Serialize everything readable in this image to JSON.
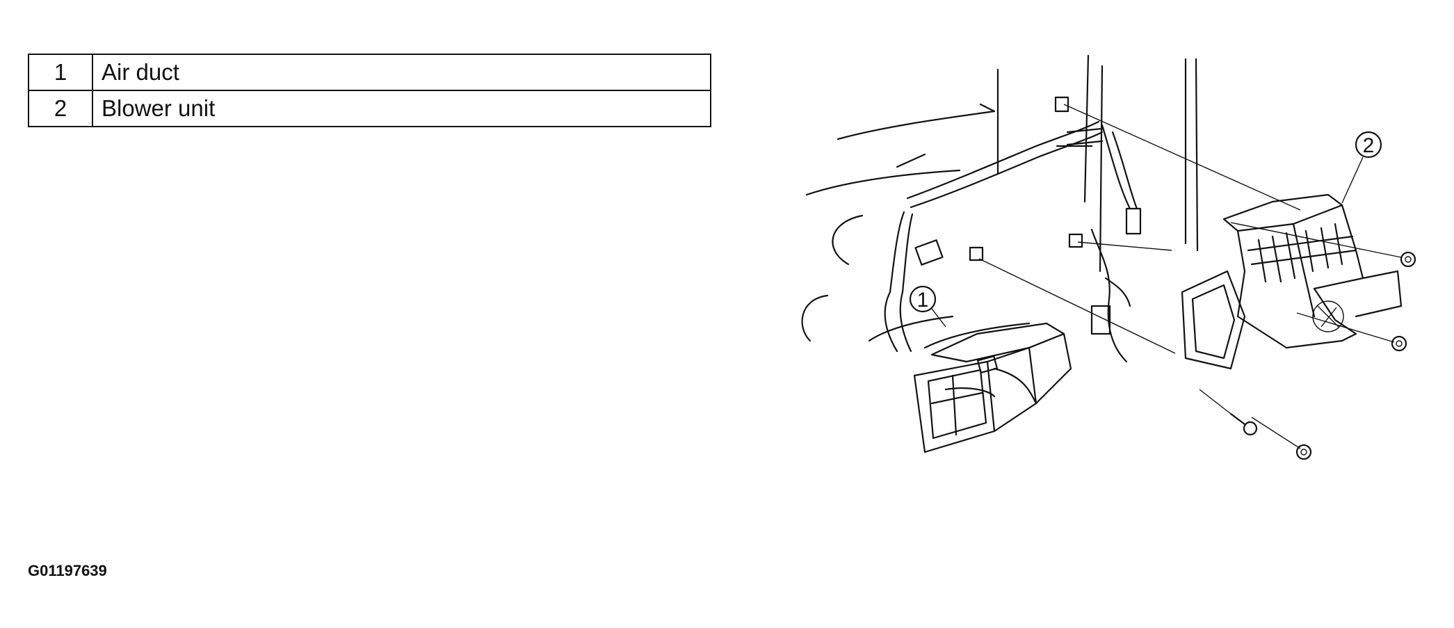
{
  "legend": {
    "rows": [
      {
        "num": "1",
        "label": "Air duct"
      },
      {
        "num": "2",
        "label": "Blower unit"
      }
    ]
  },
  "callouts": {
    "c1": "1",
    "c2": "2"
  },
  "figure_code": "G01197639"
}
